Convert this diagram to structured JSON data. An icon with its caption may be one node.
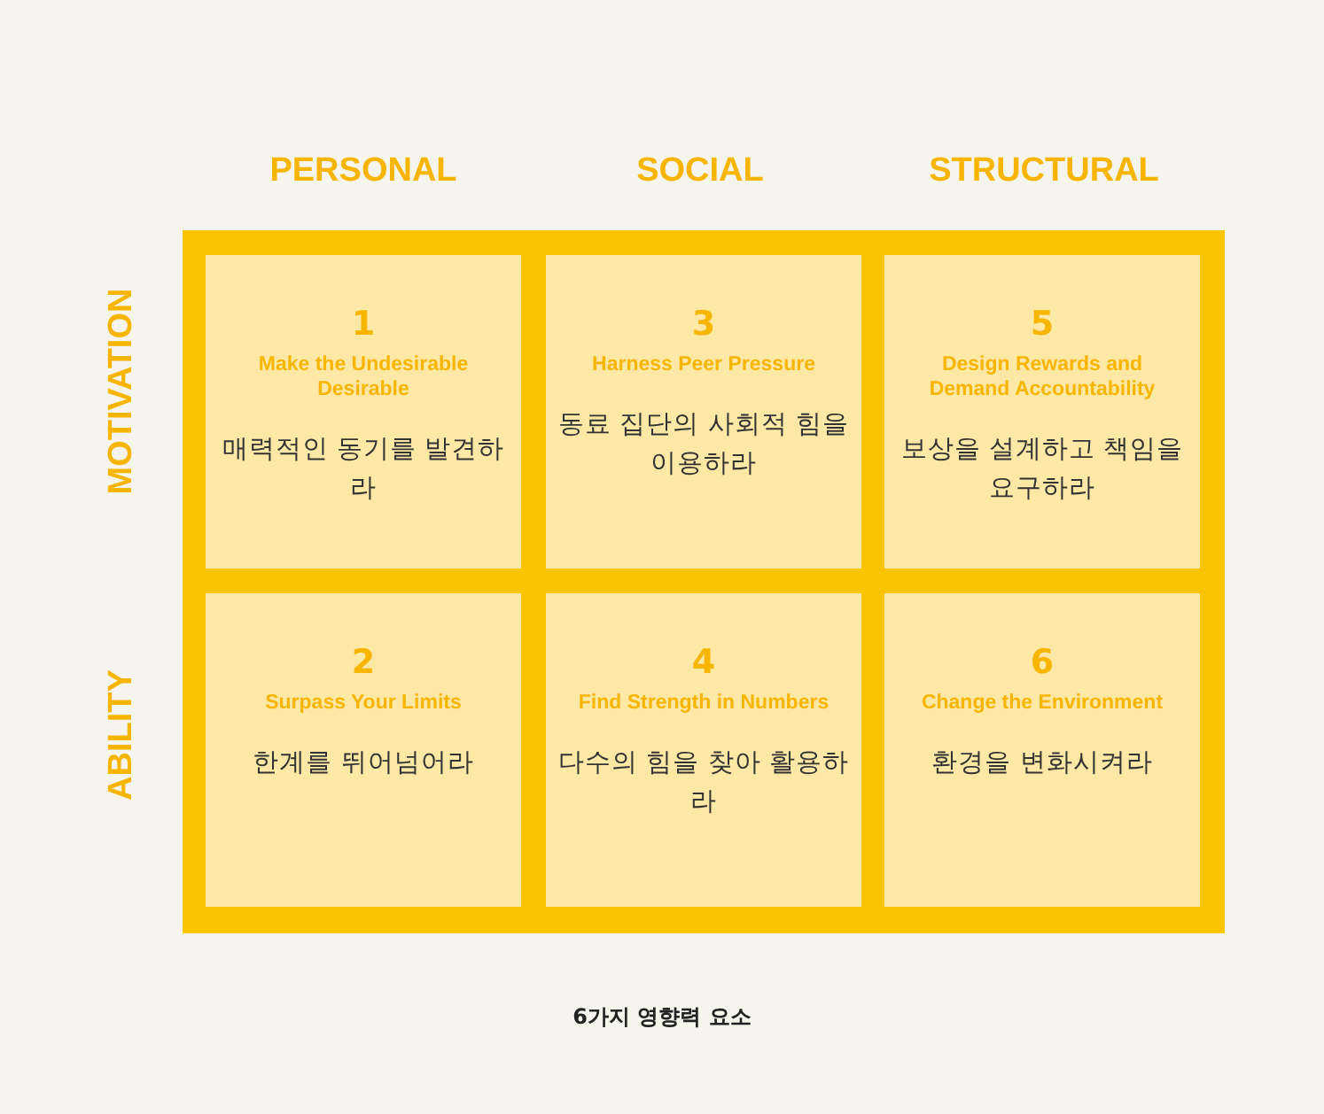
{
  "diagram": {
    "caption": "6가지 영향력 요소",
    "nodes": [
      {
        "text": [
          "1",
          "Make the Undesirable Desirable",
          "매력적인 동기를 발견하라"
        ]
      },
      {
        "text": [
          "3",
          "Harness Peer Pressure",
          "동료 집단의 사회적 힘을 이용하라"
        ]
      },
      {
        "text": [
          "5",
          "Design Rewards and Demand Accountability",
          "보상을 설계하고 책임을 요구하라"
        ]
      },
      {
        "text": [
          "2",
          "Surpass Your Limits",
          "한계를 뛰어넘어라"
        ]
      },
      {
        "text": [
          "4",
          "Find Strength in Numbers",
          "다수의 힘을 찾아 활용하라"
        ]
      },
      {
        "text": [
          "6",
          "Change the Environment",
          "환경을 변화시켜라"
        ]
      }
    ],
    "labels": [
      "PERSONAL",
      "SOCIAL",
      "STRUCTURAL",
      "MOTIVATION",
      "ABILITY"
    ]
  }
}
